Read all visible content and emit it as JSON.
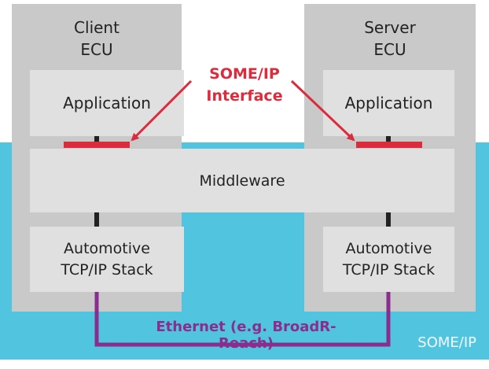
{
  "colors": {
    "someip_region": "#51c5e0",
    "ecu_box": "#c9c9c9",
    "inner_box": "#e0e0e0",
    "interface_red": "#dc2b3c",
    "ethernet_purple": "#8b2c8f",
    "connector": "#222222"
  },
  "client_ecu": {
    "title_line1": "Client",
    "title_line2": "ECU",
    "application_label": "Application",
    "stack_line1": "Automotive",
    "stack_line2": "TCP/IP Stack"
  },
  "server_ecu": {
    "title_line1": "Server",
    "title_line2": "ECU",
    "application_label": "Application",
    "stack_line1": "Automotive",
    "stack_line2": "TCP/IP Stack"
  },
  "middleware_label": "Middleware",
  "interface_callout": {
    "line1": "SOME/IP",
    "line2": "Interface"
  },
  "ethernet_label": "Ethernet (e.g. BroadR-Reach)",
  "domain_label": "SOME/IP"
}
